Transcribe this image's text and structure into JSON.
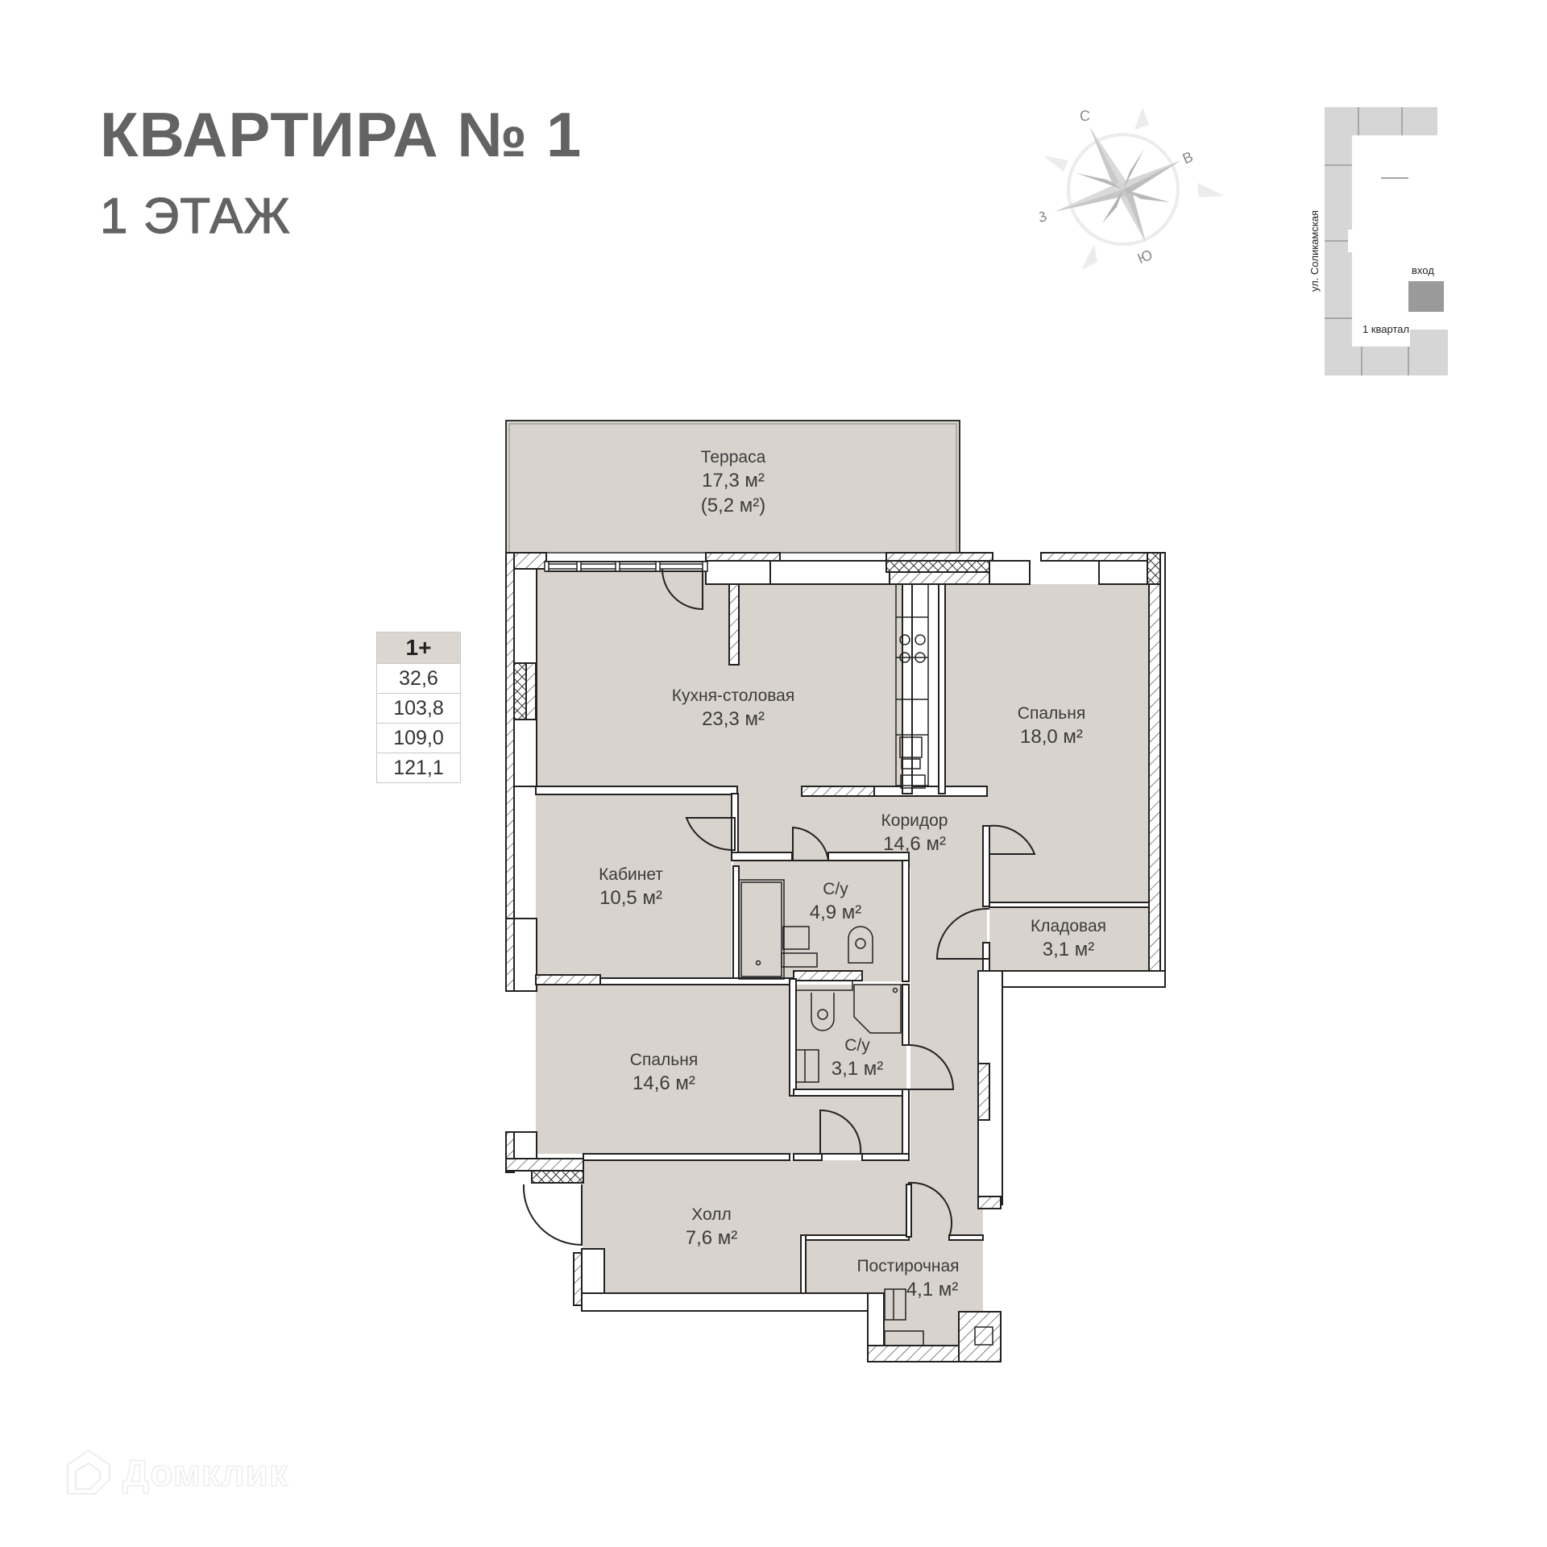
{
  "header": {
    "title": "КВАРТИРА № 1",
    "floor": "1 ЭТАЖ"
  },
  "compass": {
    "north": "С",
    "east": "В",
    "south": "Ю",
    "west": "З"
  },
  "site_plan": {
    "street": "ул. Соликамская",
    "entrance": "вход",
    "block": "1 квартал",
    "colors": {
      "building": "#d6d6d6",
      "entrance": "#9a9a9a"
    }
  },
  "summary_table": {
    "header": "1+",
    "rows": [
      "32,6",
      "103,8",
      "109,0",
      "121,1"
    ]
  },
  "rooms": [
    {
      "name": "Терраса",
      "area": "17,3 м²",
      "extra": "(5,2 м²)"
    },
    {
      "name": "Кухня-столовая",
      "area": "23,3 м²"
    },
    {
      "name": "Спальня",
      "area": "18,0 м²"
    },
    {
      "name": "Коридор",
      "area": "14,6 м²"
    },
    {
      "name": "Кабинет",
      "area": "10,5 м²"
    },
    {
      "name": "С/у",
      "area": "4,9 м²"
    },
    {
      "name": "Кладовая",
      "area": "3,1 м²"
    },
    {
      "name": "Спальня",
      "area": "14,6 м²"
    },
    {
      "name": "С/у",
      "area": "3,1 м²"
    },
    {
      "name": "Холл",
      "area": "7,6 м²"
    },
    {
      "name": "Постирочная",
      "area": "4,1 м²"
    }
  ],
  "colors": {
    "floor_fill": "#d9d3ce",
    "wall_stroke": "#1f1f1f",
    "title_color": "#636363"
  },
  "watermark": {
    "text": "Домклик"
  }
}
